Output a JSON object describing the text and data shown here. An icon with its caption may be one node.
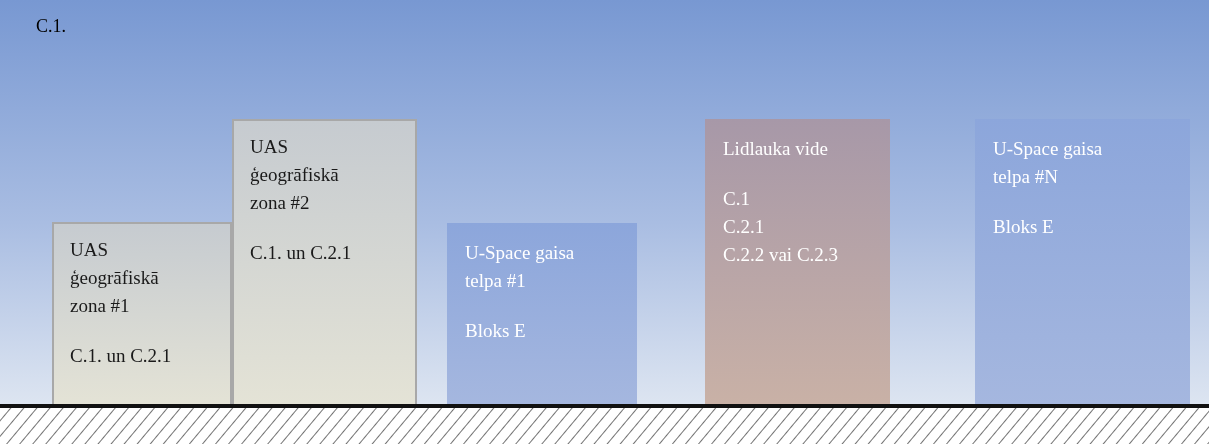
{
  "diagram": {
    "nodes": [
      {
        "text": [
          "C.1."
        ]
      },
      {
        "text": [
          "UAS ģeogrāfiskā zona #1",
          "C.1. un C.2.1"
        ],
        "in": 0
      },
      {
        "text": [
          "UAS ģeogrāfiskā zona #2",
          "C.1. un C.2.1"
        ],
        "in": 0
      },
      {
        "text": [
          "U-Space gaisa telpa #1",
          "Bloks E"
        ],
        "in": 0
      },
      {
        "text": [
          "Lidlauka vide",
          "C.1",
          "C.2.1",
          "C.2.2 vai C.2.3"
        ],
        "in": 0
      },
      {
        "text": [
          "U-Space gaisa telpa #N",
          "Bloks E"
        ],
        "in": 0
      }
    ]
  }
}
